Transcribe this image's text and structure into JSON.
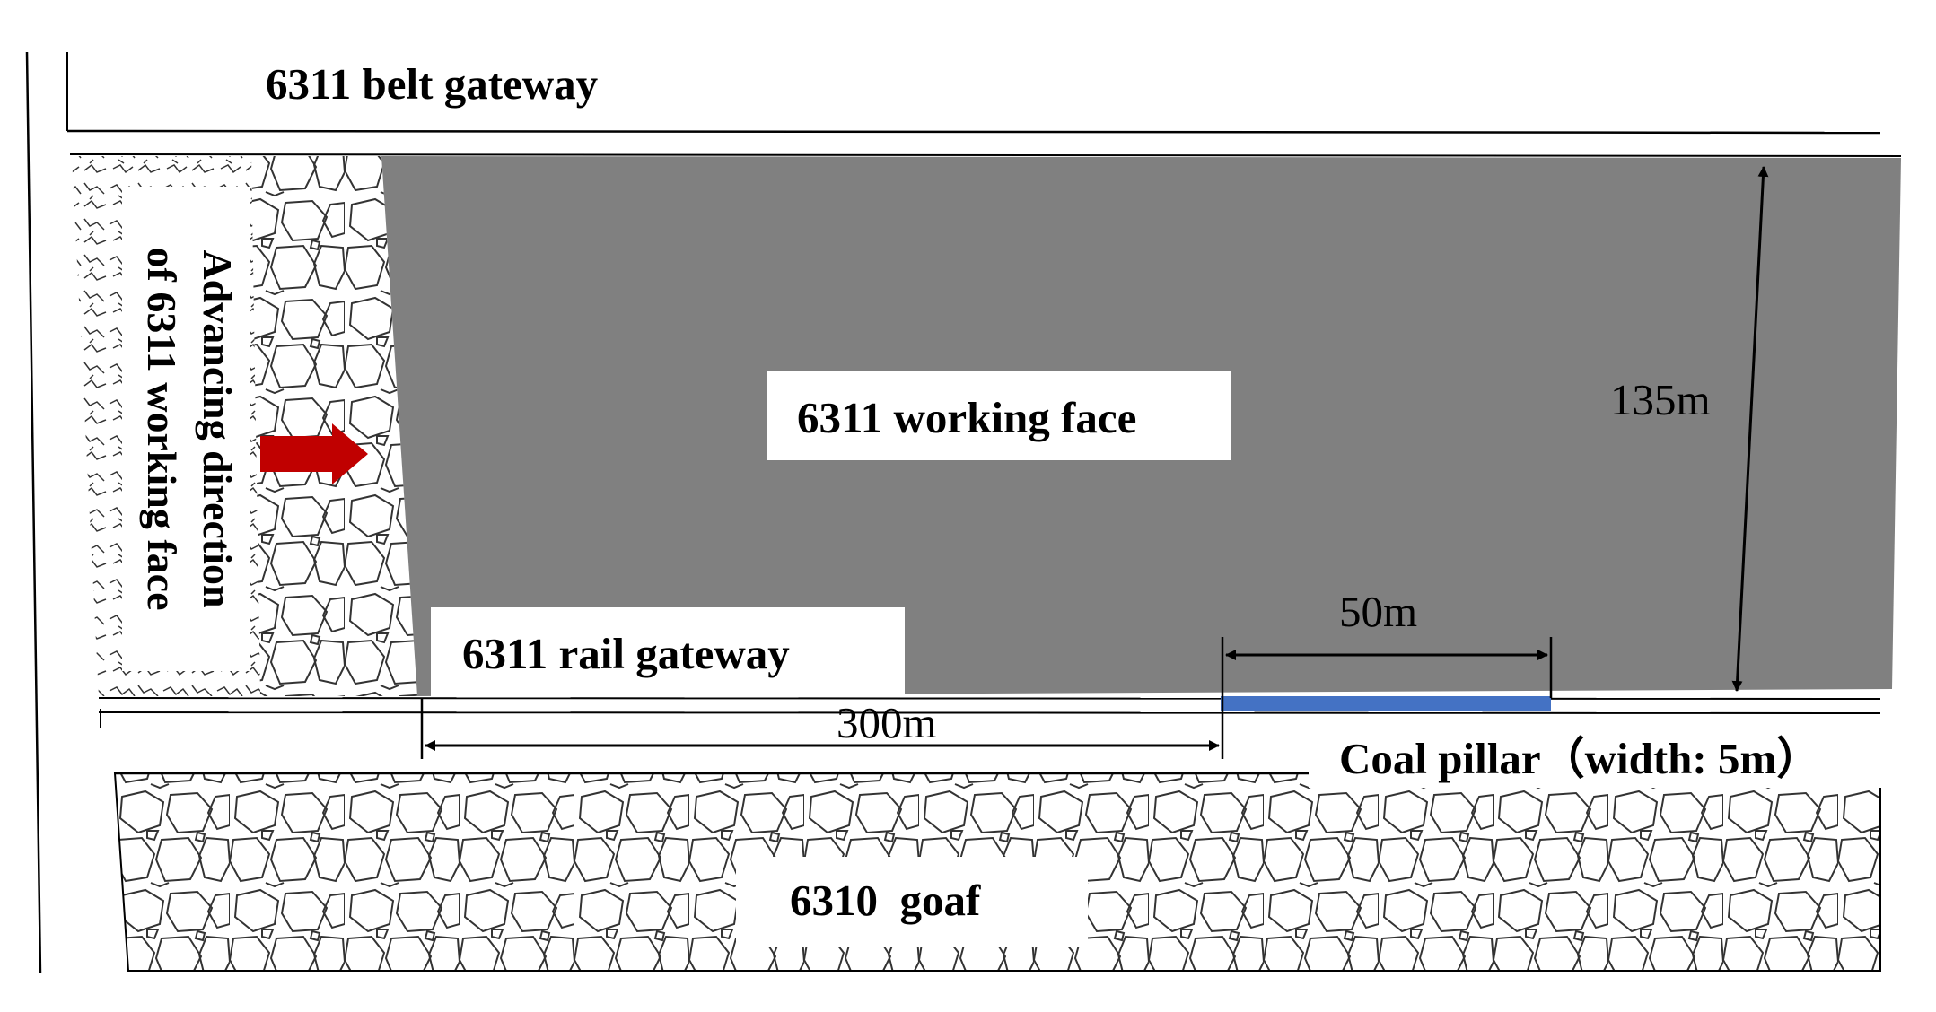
{
  "labels": {
    "belt_gateway": "6311 belt gateway",
    "working_face": "6311 working face",
    "rail_gateway": "6311 rail gateway",
    "goaf": "6310  goaf",
    "coal_pillar": "Coal pillar（width: 5m）",
    "advancing_line1": "Advancing direction",
    "advancing_line2": "of 6311 working face"
  },
  "dimensions": {
    "height": "135m",
    "section_length": "50m",
    "rail_length": "300m"
  },
  "colors": {
    "working_face": "#808080",
    "arrow": "#c00000",
    "pillar_segment": "#4472c4",
    "rubble_stroke": "#333333",
    "line": "#000000"
  }
}
